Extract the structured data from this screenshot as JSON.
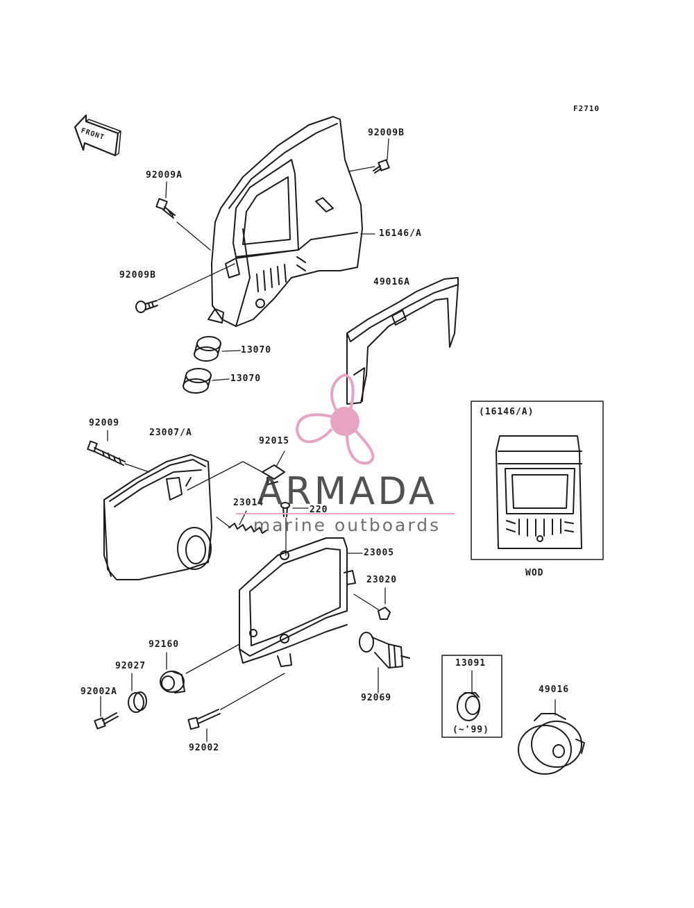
{
  "figure_code": "F2710",
  "front_arrow": "FRONT",
  "labels": {
    "p92009B_top": "92009B",
    "p92009A": "92009A",
    "p16146A": "16146/A",
    "p92009B_left": "92009B",
    "p49016A": "49016A",
    "p13070_a": "13070",
    "p13070_b": "13070",
    "p92009": "92009",
    "p23007A": "23007/A",
    "p92015": "92015",
    "p23014": "23014",
    "p220": "220",
    "p23005": "23005",
    "p23020": "23020",
    "p92160": "92160",
    "p92027": "92027",
    "p92002A": "92002A",
    "p92002": "92002",
    "p92069": "92069",
    "p13091": "13091",
    "p13091_note": "(~'99)",
    "p49016": "49016"
  },
  "inset": {
    "title": "(16146/A)",
    "caption": "WOD"
  },
  "watermark": {
    "brand": "ARMADA",
    "tagline": "marine outboards",
    "accent_color": "#e6a3c4"
  }
}
